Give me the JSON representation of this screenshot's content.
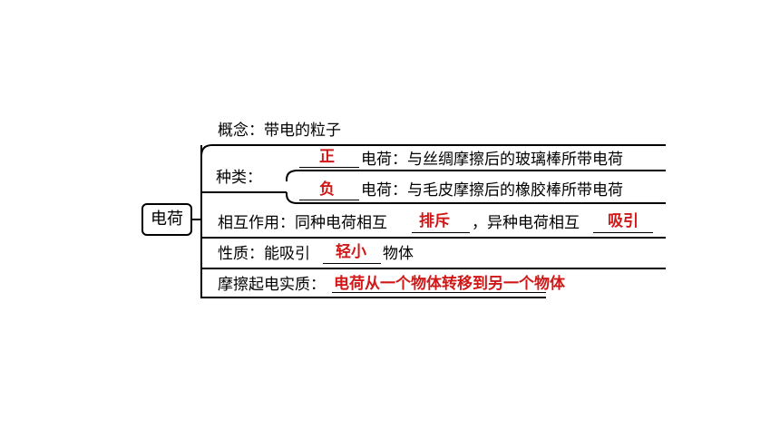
{
  "root": "电荷",
  "branches": {
    "concept": {
      "label": "概念：带电的粒子"
    },
    "types": {
      "label": "种类：",
      "positive": {
        "answer": "正",
        "text": "电荷：与丝绸摩擦后的玻璃棒所带电荷"
      },
      "negative": {
        "answer": "负",
        "text": "电荷：与毛皮摩擦后的橡胶棒所带电荷"
      }
    },
    "interaction": {
      "prefix": "相互作用：同种电荷相互",
      "answer1": "排斥",
      "middle": "，异种电荷相互",
      "answer2": "吸引"
    },
    "property": {
      "prefix": "性质：能吸引",
      "answer": "轻小",
      "suffix": "物体"
    },
    "essence": {
      "prefix": "摩擦起电实质：",
      "answer": "电荷从一个物体转移到另一个物体"
    }
  },
  "colors": {
    "answer": "#d01818",
    "line": "#000000"
  }
}
